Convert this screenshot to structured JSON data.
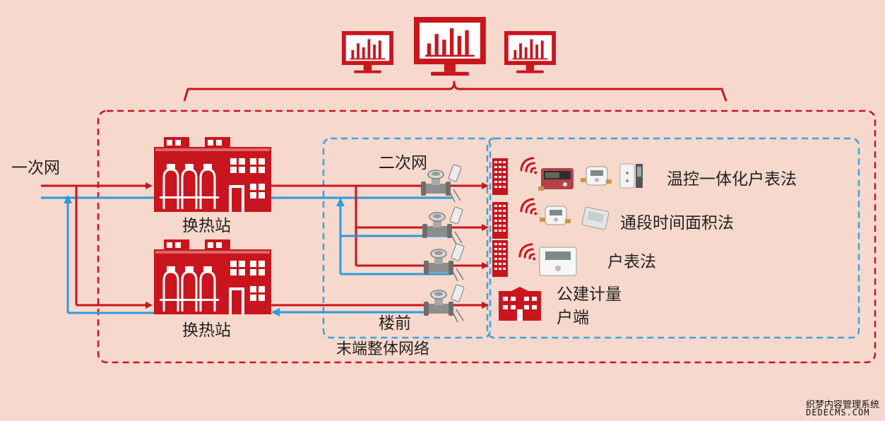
{
  "labels": {
    "primary_network": "一次网",
    "secondary_network": "二次网",
    "station_1": "换热站",
    "station_2": "换热站",
    "method_1": "温控一体化户表法",
    "method_2": "通段时间面积法",
    "method_3": "户表法",
    "public_metering_line1": "公建计量",
    "public_metering_line2": "户端",
    "before_building": "楼前",
    "terminal_network": "末端整体网络"
  },
  "watermark": {
    "line1": "织梦内容管理系统",
    "line2": "DEDECMS.COM"
  },
  "colors": {
    "background": "#f6d9cc",
    "red": "#c9151e",
    "blue": "#2b9be0",
    "dashed_red": "#c9151e",
    "dashed_blue": "#3aa2e2"
  }
}
